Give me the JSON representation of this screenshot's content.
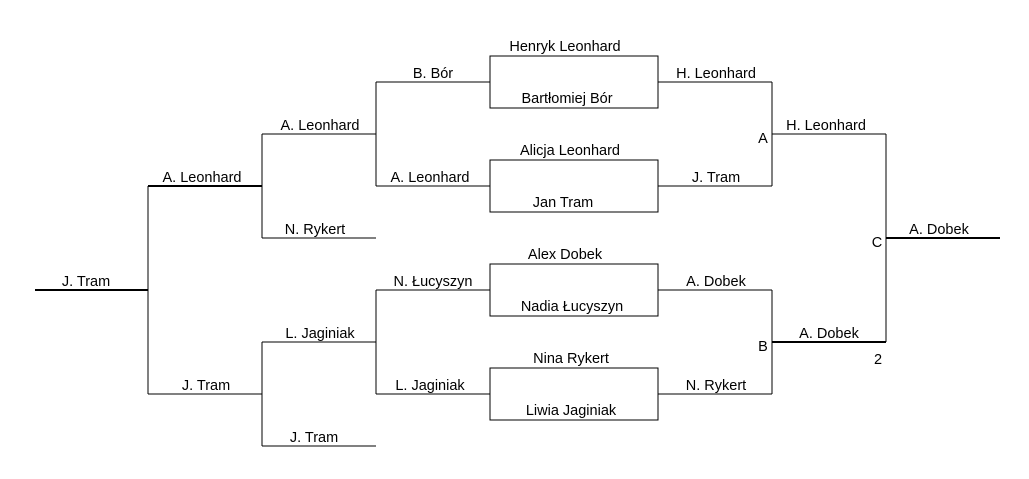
{
  "couples": {
    "c1": {
      "top": "Henryk Leonhard",
      "bottom": "Bartłomiej Bór"
    },
    "c2": {
      "top": "Alicja Leonhard",
      "bottom": "Jan Tram"
    },
    "c3": {
      "top": "Alex Dobek",
      "bottom": "Nadia Łucyszyn"
    },
    "c4": {
      "top": "Nina Rykert",
      "bottom": "Liwia Jaginiak"
    }
  },
  "left": {
    "r1": [
      "B. Bór",
      "A. Leonhard",
      "N. Łucyszyn",
      "L. Jaginiak"
    ],
    "r2": [
      "A. Leonhard",
      "N. Rykert",
      "L. Jaginiak",
      "J. Tram"
    ],
    "r3": [
      "A. Leonhard",
      "J. Tram"
    ],
    "r4": "J. Tram"
  },
  "right": {
    "r1": [
      "H. Leonhard",
      "J. Tram",
      "A. Dobek",
      "N. Rykert"
    ],
    "r2": [
      "H. Leonhard",
      "A. Dobek"
    ],
    "r3": "A. Dobek"
  },
  "markers": {
    "a": "A",
    "b": "B",
    "c": "C",
    "note": "2"
  }
}
